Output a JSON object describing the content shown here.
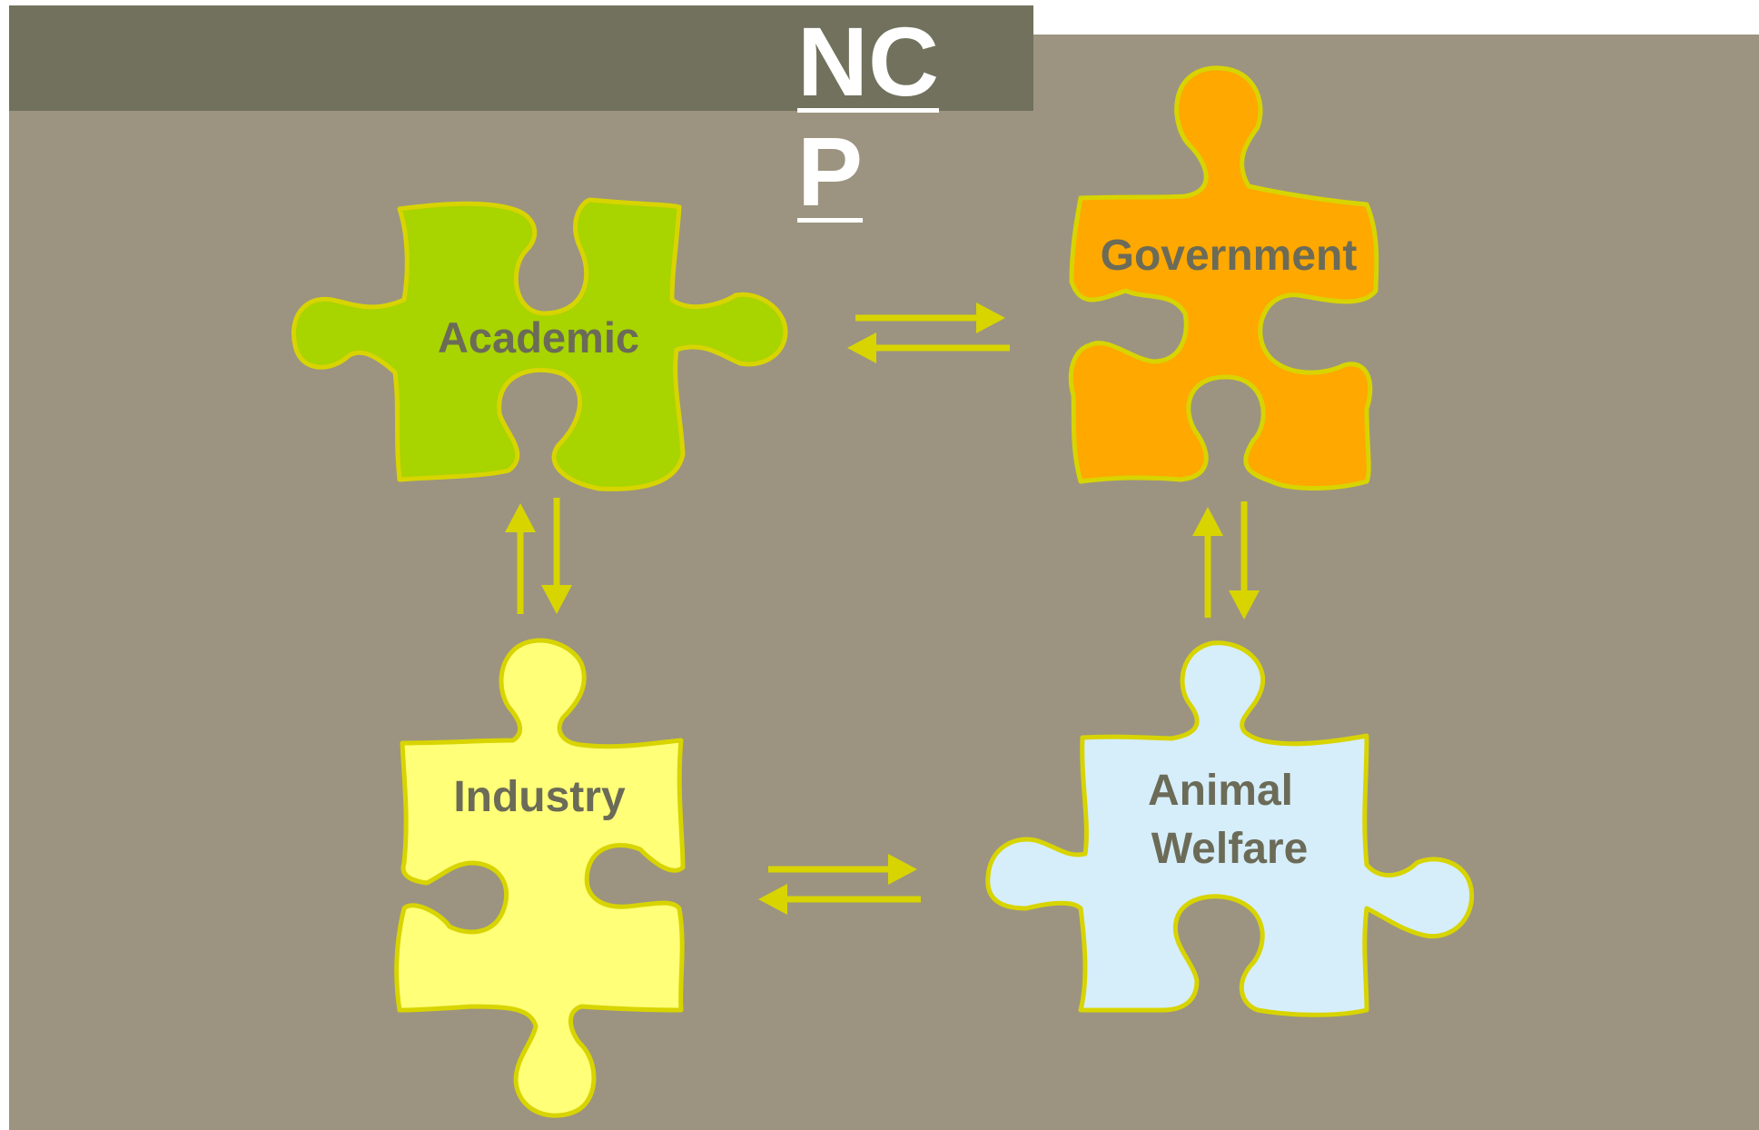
{
  "title": {
    "line1": "NC",
    "line2": "P"
  },
  "colors": {
    "page": "#9c9480",
    "header_band": "#71715d",
    "outline": "#d8d400",
    "arrow": "#d8d400",
    "label_text": "#6b6b58"
  },
  "pieces": [
    {
      "id": "academic",
      "label_lines": [
        "Academic"
      ],
      "fill": "#a8d400"
    },
    {
      "id": "government",
      "label_lines": [
        "Government"
      ],
      "fill": "#ffa800"
    },
    {
      "id": "industry",
      "label_lines": [
        "Industry"
      ],
      "fill": "#ffff78"
    },
    {
      "id": "animal-welfare",
      "label_lines": [
        "Animal",
        "Welfare"
      ],
      "fill": "#d6eefa"
    }
  ]
}
